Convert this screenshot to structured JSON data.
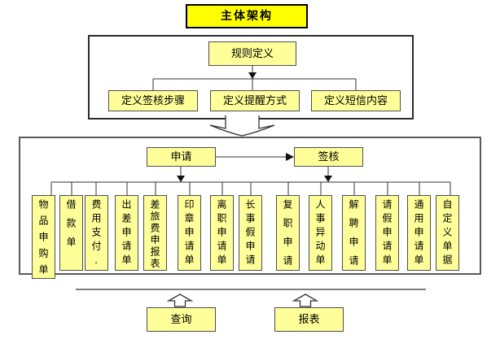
{
  "title": "主体架构",
  "rules_section": {
    "root": "规则定义",
    "children": [
      "定义签核步骤",
      "定义提醒方式",
      "定义短信内容"
    ]
  },
  "flow_section": {
    "apply": "申请",
    "approve": "签核",
    "forms": [
      "物品申购单",
      "借款单",
      "费用支付.",
      "出差申请单",
      "差旅费申报表",
      "印章申请单",
      "离职申请单",
      "长事假申请",
      "复职申请",
      "人事异动单",
      "解聘申请",
      "请假申请单",
      "通用申请单",
      "自定义单据"
    ]
  },
  "bottom_section": {
    "query": "查询",
    "report": "报表"
  },
  "colors": {
    "title_fill": "#ffff00",
    "box_fill": "#ffff99",
    "box_border": "#4d4d4d",
    "line": "#333333",
    "panel_border": "#555555"
  }
}
